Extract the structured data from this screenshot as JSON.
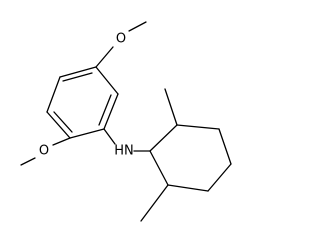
{
  "molecule": {
    "atoms": {
      "o_top": "O",
      "o_left": "O",
      "nh": "HN"
    }
  }
}
